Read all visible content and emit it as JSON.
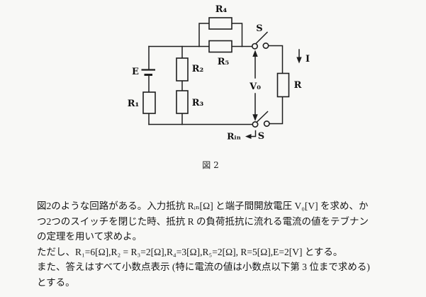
{
  "colors": {
    "ink": "#1e1e1e",
    "background": "#f8f8f6"
  },
  "circuit": {
    "labels": {
      "E": "E",
      "R1": "R₁",
      "R2": "R₂",
      "R3": "R₃",
      "R4": "R₄",
      "R5": "R₅",
      "R_load": "R",
      "S_top": "S",
      "S_bottom": "S",
      "V0": "V₀",
      "I": "I",
      "R_in": "Rᵢₙ"
    },
    "caption": "図 2"
  },
  "component_values": {
    "R1": "6[Ω]",
    "R2": "2[Ω]",
    "R3": "2[Ω]",
    "R4": "3[Ω]",
    "R5": "2[Ω]",
    "R": "5[Ω]",
    "E": "2[V]"
  },
  "problem": {
    "lines": [
      "図2のような回路がある。入力抵抗 Rᵢₙ[Ω] と端子間開放電圧 V₀[V] を求め、か",
      "つ2つのスイッチを閉じた時、抵抗 R の負荷抵抗に流れる電流の値をテブナン",
      "の定理を用いて求めよ。",
      "ただし、R₁=6[Ω],R₂ = R₃=2[Ω],R₄=3[Ω],R₅=2[Ω], R=5[Ω],E=2[V] とする。",
      "また、答えはすべて小数点表示 (特に電流の値は小数点以下第 3 位まで求める)",
      "とする。"
    ]
  }
}
